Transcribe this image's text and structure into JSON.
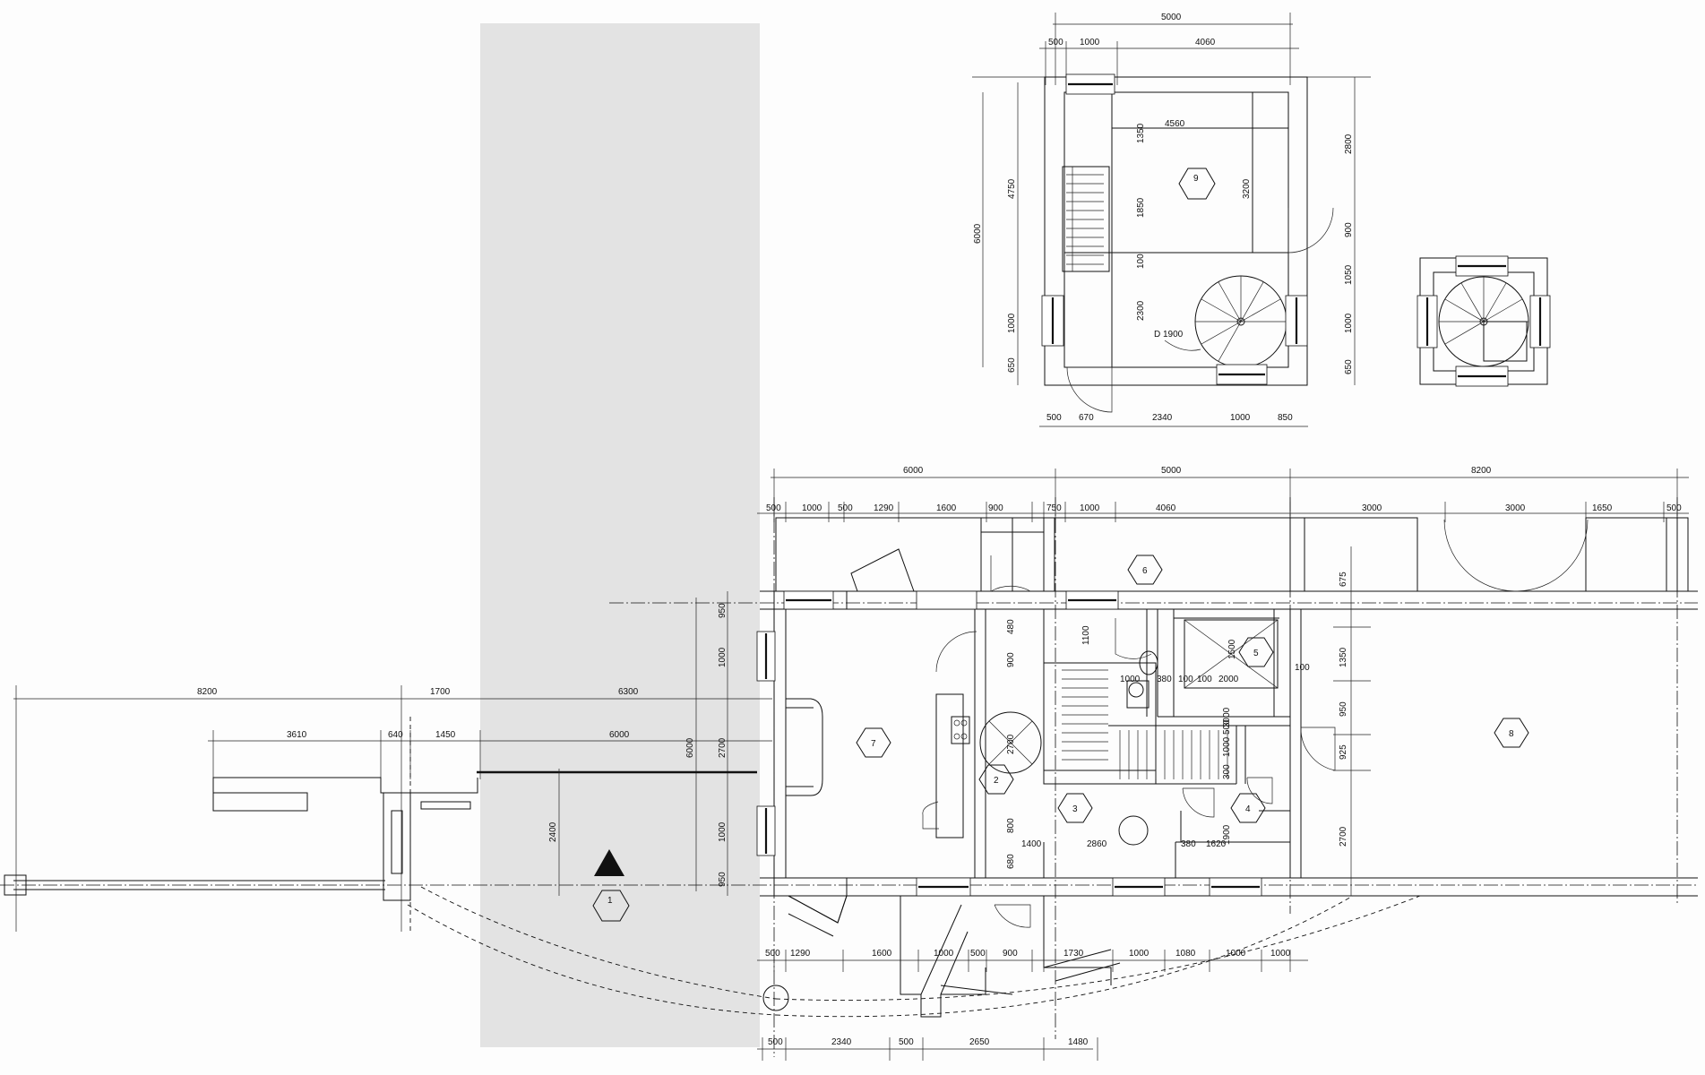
{
  "colors": {
    "ink": "#111111",
    "paper": "#fdfdfd",
    "shade": "#e3e3e3"
  },
  "upper_plan": {
    "dims_top": {
      "total": "5000",
      "d1": "500",
      "d2": "1000",
      "d3": "4060"
    },
    "dims_left": {
      "total": "6000",
      "a": "4750",
      "b": "1000",
      "c": "650"
    },
    "dims_right": {
      "a": "2800",
      "b": "900",
      "c": "1050",
      "d": "1000",
      "e": "650"
    },
    "dims_inner": {
      "width": "4560",
      "h1": "1350",
      "h2": "1850",
      "h3": "100",
      "h4": "2300",
      "h5": "3200",
      "stair_diameter": "D 1900"
    },
    "dims_bottom": {
      "d1": "500",
      "d2": "670",
      "d3": "2340",
      "d4": "1000",
      "d5": "850"
    },
    "room_tag": "9"
  },
  "main_plan": {
    "dims_top_overall": {
      "d1": "6000",
      "d2": "5000",
      "d3": "8200"
    },
    "dims_top_detail": [
      "500",
      "1000",
      "500",
      "1290",
      "1600",
      "900",
      "750",
      "1000",
      "4060",
      "3000",
      "3000",
      "1650",
      "500"
    ],
    "dims_left_vertical": {
      "overall": "6000",
      "d1": "950",
      "d2": "1000",
      "d3": "2700",
      "d4": "1000",
      "d5": "950"
    },
    "dims_interior": [
      "675",
      "1350",
      "950",
      "925",
      "2700",
      "100",
      "1100",
      "480",
      "900",
      "2700",
      "800",
      "680",
      "1400",
      "2860",
      "380",
      "1620",
      "1900",
      "300",
      "500",
      "1000",
      "3000",
      "100",
      "2000",
      "1500",
      "1000",
      "380",
      "100"
    ],
    "dims_bottom_1": [
      "500",
      "1290",
      "1600",
      "1000",
      "500",
      "900",
      "1730",
      "1000",
      "1080",
      "1000",
      "1000"
    ],
    "dims_bottom_2": [
      "500",
      "2340",
      "500",
      "2650",
      "1480"
    ],
    "room_tags": [
      "7",
      "2",
      "3",
      "6",
      "5",
      "4",
      "8"
    ]
  },
  "site_plan": {
    "dims_top": {
      "d1": "8200",
      "d2": "1700",
      "d3": "6300"
    },
    "dims_second": {
      "d1": "3610",
      "d2": "640",
      "d3": "1450",
      "d4": "6000"
    },
    "dim_vertical": "2400",
    "room_tag": "1"
  }
}
